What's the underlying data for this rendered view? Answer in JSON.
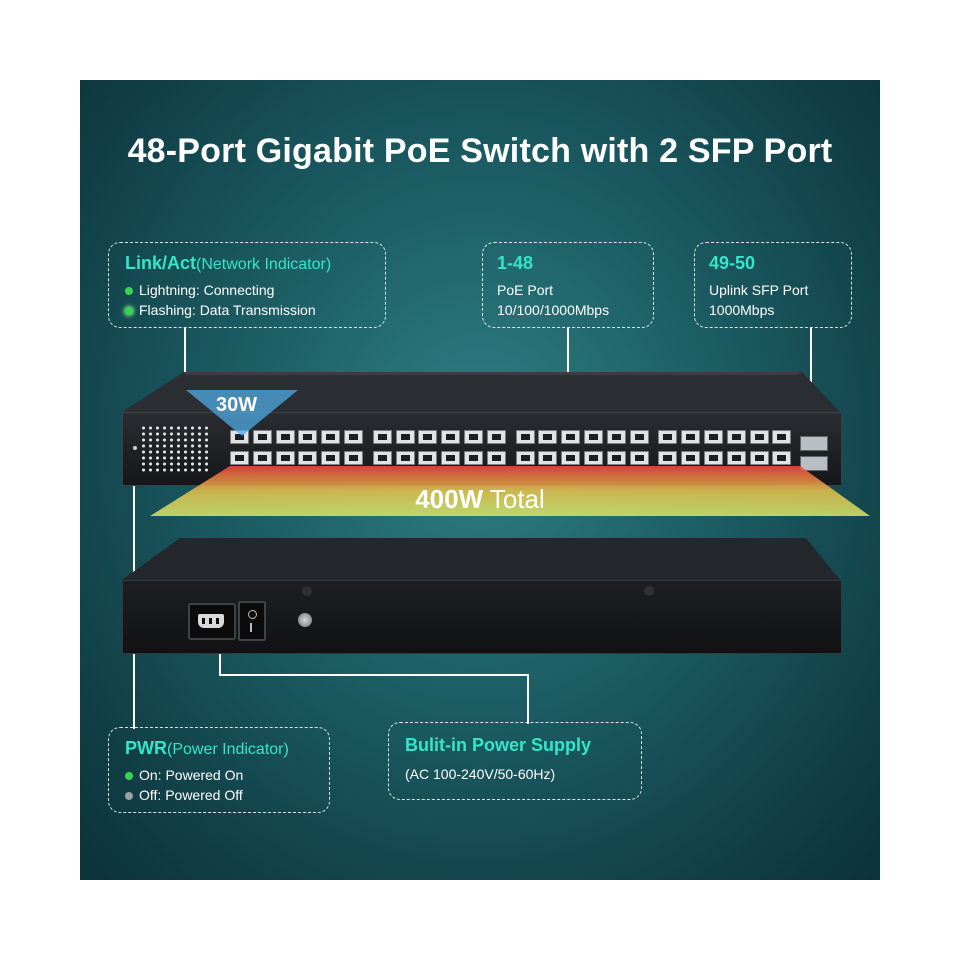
{
  "title": "48-Port Gigabit PoE Switch with 2 SFP Port",
  "callouts": {
    "link_act": {
      "head": "Link/Act",
      "head_sub": "(Network Indicator)",
      "lines": [
        "Lightning: Connecting",
        "Flashing: Data Transmission"
      ]
    },
    "poe_ports": {
      "head": "1-48",
      "lines": [
        "PoE Port",
        "10/100/1000Mbps"
      ]
    },
    "sfp_ports": {
      "head": "49-50",
      "lines": [
        "Uplink SFP Port",
        "1000Mbps"
      ]
    },
    "pwr": {
      "head": "PWR",
      "head_sub": "(Power Indicator)",
      "lines": [
        "On: Powered On",
        "Off: Powered Off"
      ]
    },
    "psu": {
      "head": "Bulit-in Power Supply",
      "lines": [
        "(AC 100-240V/50-60Hz)"
      ]
    }
  },
  "labels": {
    "port_power": "30W",
    "total_power_value": "400W",
    "total_power_text": "Total"
  },
  "colors": {
    "accent": "#34e6c9",
    "led_on": "#39d353",
    "led_off": "#9aa0a6"
  }
}
